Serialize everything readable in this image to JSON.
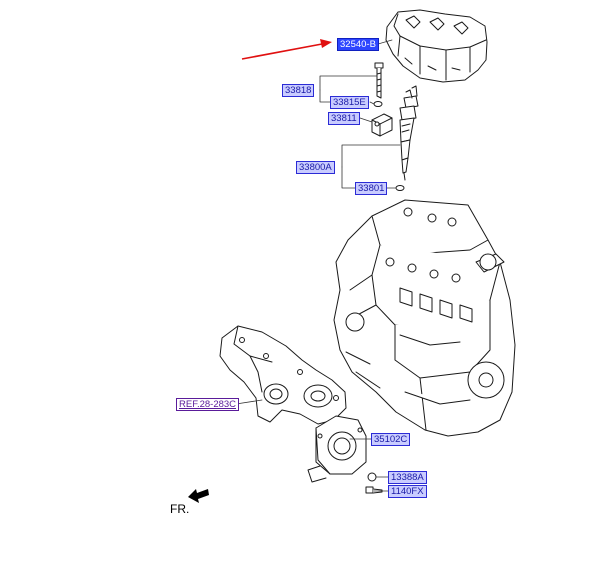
{
  "diagram": {
    "part_labels": {
      "cover": "32540-B",
      "bolt": "33818",
      "washer": "33815E",
      "clamp": "33811",
      "injector": "33800A",
      "oring": "33801",
      "throttle_body": "35102C",
      "sensor_plug": "13388A",
      "throttle_bolt": "1140FX"
    },
    "reference_label": "REF.28-283C",
    "direction_label": "FR.",
    "colors": {
      "label_fill": "#c9ccff",
      "label_text": "#1a1aa6",
      "label_border": "#2b2bd6",
      "selected_fill": "#2d46ff",
      "reference_text": "#5a1b9a",
      "pointer_arrow": "#e01010",
      "line_art": "#1a1a1a"
    }
  }
}
